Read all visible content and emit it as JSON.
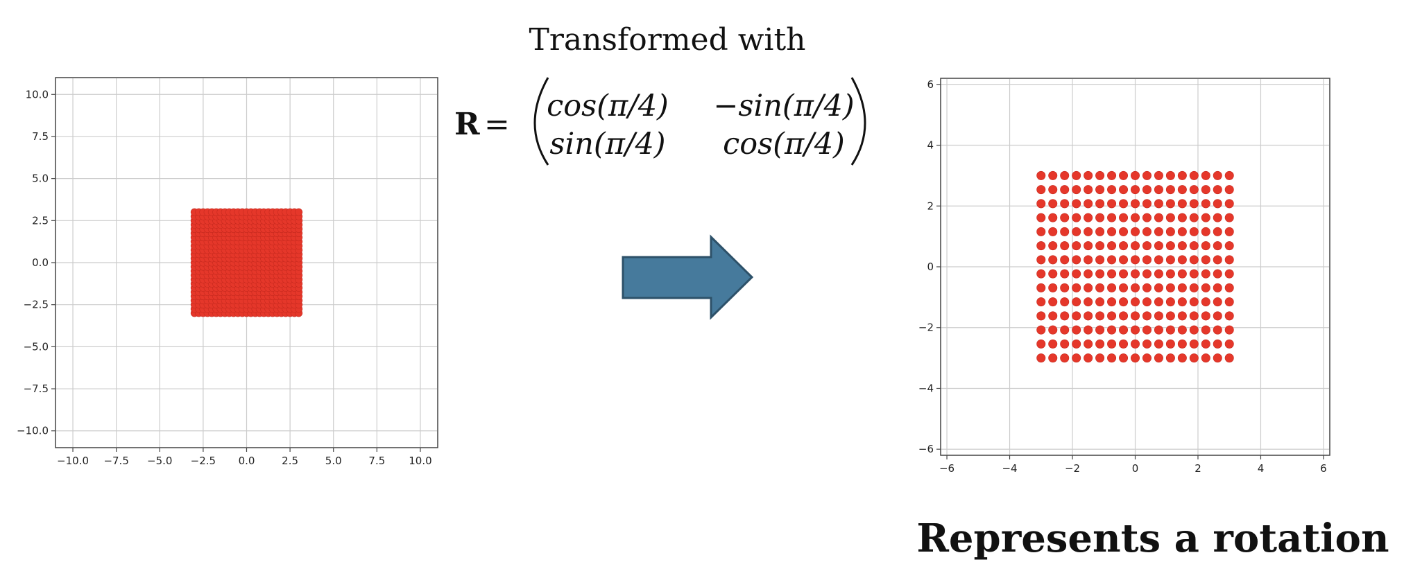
{
  "header_text": "Transformed with",
  "footer_text": "Represents a rotation",
  "equation": {
    "lhs": "R",
    "equals": "=",
    "entries": [
      [
        "cos(π/4)",
        "−sin(π/4)"
      ],
      [
        "sin(π/4)",
        "cos(π/4)"
      ]
    ]
  },
  "arrow": {
    "icon": "right-arrow-icon",
    "fill": "#467a9c",
    "stroke": "#2d5169"
  },
  "chart_data": [
    {
      "type": "scatter",
      "title": "",
      "xlabel": "",
      "ylabel": "",
      "xlim": [
        -11,
        11
      ],
      "ylim": [
        -11,
        11
      ],
      "xticks": [
        -10.0,
        -7.5,
        -5.0,
        -2.5,
        0.0,
        2.5,
        5.0,
        7.5,
        10.0
      ],
      "yticks": [
        -10.0,
        -7.5,
        -5.0,
        -2.5,
        0.0,
        2.5,
        5.0,
        7.5,
        10.0
      ],
      "xtick_labels": [
        "−10.0",
        "−7.5",
        "−5.0",
        "−2.5",
        "0.0",
        "2.5",
        "5.0",
        "7.5",
        "10.0"
      ],
      "ytick_labels": [
        "−10.0",
        "−7.5",
        "−5.0",
        "−2.5",
        "0.0",
        "2.5",
        "5.0",
        "7.5",
        "10.0"
      ],
      "grid": true,
      "marker_color": "#e5372a",
      "points": {
        "grid_x_range": [
          -3,
          3
        ],
        "grid_y_range": [
          -3,
          3
        ],
        "count_x": 25,
        "count_y": 25
      }
    },
    {
      "type": "scatter",
      "title": "",
      "xlabel": "",
      "ylabel": "",
      "xlim": [
        -6.2,
        6.2
      ],
      "ylim": [
        -6.2,
        6.2
      ],
      "xticks": [
        -6,
        -4,
        -2,
        0,
        2,
        4,
        6
      ],
      "yticks": [
        -6,
        -4,
        -2,
        0,
        2,
        4,
        6
      ],
      "xtick_labels": [
        "−6",
        "−4",
        "−2",
        "0",
        "2",
        "4",
        "6"
      ],
      "ytick_labels": [
        "−6",
        "−4",
        "−2",
        "0",
        "2",
        "4",
        "6"
      ],
      "grid": true,
      "marker_color": "#e5372a",
      "points": {
        "grid_x_range": [
          -3,
          3
        ],
        "grid_y_range": [
          -3,
          3
        ],
        "count_x": 17,
        "count_y": 14
      }
    }
  ]
}
